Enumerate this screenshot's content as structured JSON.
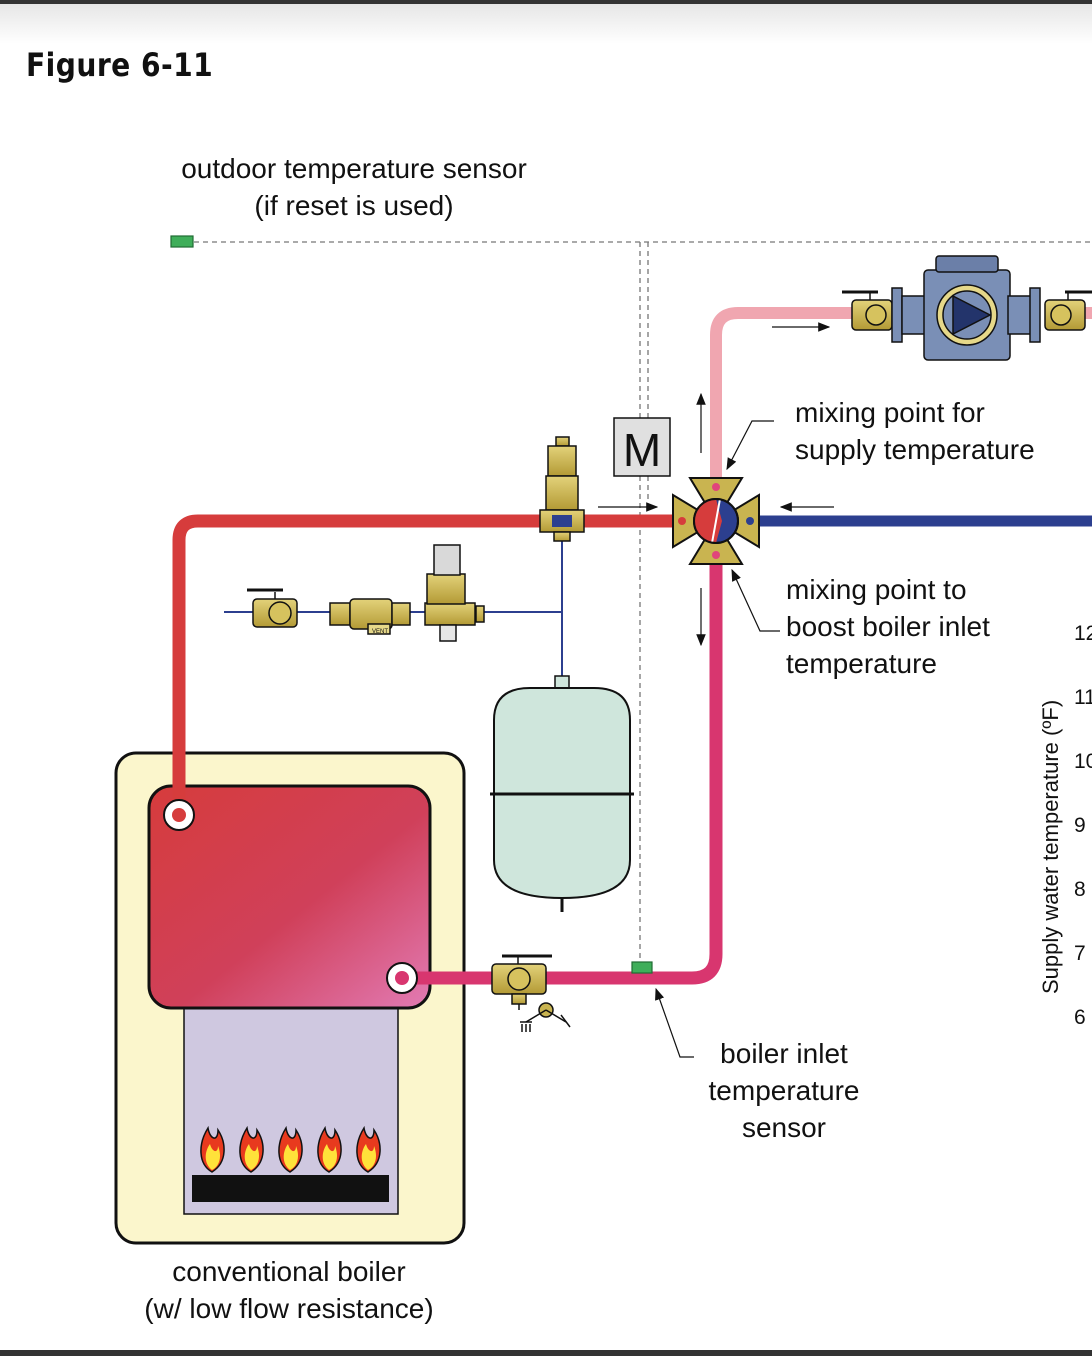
{
  "figure": {
    "title": "Figure 6-11"
  },
  "labels": {
    "outdoor_sensor_line1": "outdoor temperature sensor",
    "outdoor_sensor_line2": "(if reset is used)",
    "mix_supply_line1": "mixing point for",
    "mix_supply_line2": "supply temperature",
    "mix_boost_line1": "mixing point to",
    "mix_boost_line2": "boost boiler inlet",
    "mix_boost_line3": "temperature",
    "inlet_sensor_line1": "boiler inlet",
    "inlet_sensor_line2": "temperature",
    "inlet_sensor_line3": "sensor",
    "boiler_line1": "conventional boiler",
    "boiler_line2": "(w/ low flow resistance)",
    "actuator": "M",
    "vent_tag": "VENT"
  },
  "chart_fragment": {
    "ylabel": "Supply water temperature (ºF)",
    "ticks": [
      "12",
      "11",
      "10",
      "9",
      "8",
      "7",
      "6"
    ]
  },
  "colors": {
    "hot_supply": "#d63c3c",
    "cool_return": "#2c3f8f",
    "boiler_inlet": "#d8366f",
    "mixed_supply": "#f0a6b0",
    "brass": "#c9b450",
    "boiler_jacket": "#fbf6cc",
    "combustion_chamber": "#cfc8e0",
    "expansion_tank": "#cfe6dc",
    "sensor": "#3fae5a"
  }
}
